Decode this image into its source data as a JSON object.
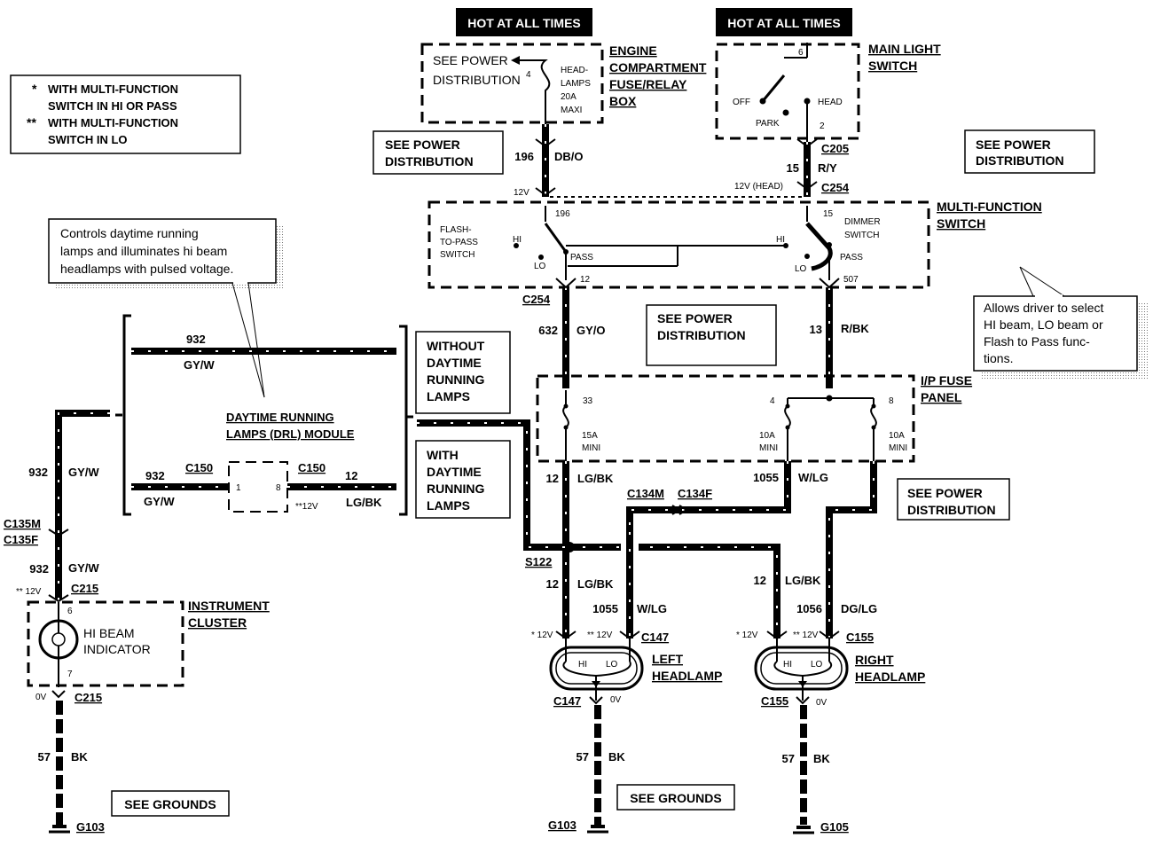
{
  "hot_banners": [
    "HOT AT ALL TIMES",
    "HOT AT ALL TIMES"
  ],
  "legend": [
    "WITH MULTI-FUNCTION",
    "SWITCH IN HI OR PASS",
    "WITH MULTI-FUNCTION",
    "SWITCH IN LO"
  ],
  "legend_marks": [
    "*",
    "**"
  ],
  "callout_drl": [
    "Controls daytime running",
    "lamps and illuminates hi beam",
    "headlamps with pulsed voltage."
  ],
  "callout_mfs": [
    "Allows driver to select",
    "HI beam, LO beam or",
    "Flash to Pass func-",
    "tions."
  ],
  "see_power": [
    "SEE POWER",
    "DISTRIBUTION"
  ],
  "see_grounds": "SEE GROUNDS",
  "components": {
    "engine_box": [
      "ENGINE",
      "COMPARTMENT",
      "FUSE/RELAY",
      "BOX"
    ],
    "headlamps_fuse": [
      "HEAD-",
      "LAMPS",
      "20A",
      "MAXI"
    ],
    "main_light_switch": [
      "MAIN LIGHT",
      "SWITCH"
    ],
    "mls_positions": [
      "OFF",
      "PARK",
      "HEAD"
    ],
    "multi_function_switch": [
      "MULTI-FUNCTION",
      "SWITCH"
    ],
    "flash_to_pass": [
      "FLASH-",
      "TO-PASS",
      "SWITCH"
    ],
    "dimmer": [
      "DIMMER",
      "SWITCH"
    ],
    "ip_fuse": [
      "I/P FUSE",
      "PANEL"
    ],
    "fuse_rating_15": [
      "15A",
      "MINI"
    ],
    "fuse_rating_10": [
      "10A",
      "MINI"
    ],
    "drl_module": [
      "DAYTIME RUNNING",
      "LAMPS (DRL) MODULE"
    ],
    "without_drl": [
      "WITHOUT",
      "DAYTIME",
      "RUNNING",
      "LAMPS"
    ],
    "with_drl": [
      "WITH",
      "DAYTIME",
      "RUNNING",
      "LAMPS"
    ],
    "instrument_cluster": [
      "INSTRUMENT",
      "CLUSTER"
    ],
    "hi_beam_indicator": [
      "HI BEAM",
      "INDICATOR"
    ],
    "left_headlamp": [
      "LEFT",
      "HEADLAMP"
    ],
    "right_headlamp": [
      "RIGHT",
      "HEADLAMP"
    ]
  },
  "connectors": [
    "C205",
    "C254",
    "C254",
    "C150",
    "C150",
    "C135M",
    "C135F",
    "C215",
    "C215",
    "C134M",
    "C134F",
    "S122",
    "C147",
    "C147",
    "C155",
    "C155"
  ],
  "grounds": [
    "G103",
    "G103",
    "G105"
  ],
  "circuits": {
    "c196": [
      "196",
      "DB/O"
    ],
    "c15": [
      "15",
      "R/Y"
    ],
    "c632": [
      "632",
      "GY/O"
    ],
    "c13": [
      "13",
      "R/BK"
    ],
    "c932": [
      "932",
      "GY/W"
    ],
    "c12": [
      "12",
      "LG/BK"
    ],
    "c1055": [
      "1055",
      "W/LG"
    ],
    "c1056": [
      "1056",
      "DG/LG"
    ],
    "c57": [
      "57",
      "BK"
    ]
  },
  "voltages": [
    "12V",
    "12V (HEAD)",
    "* 12V",
    "** 12V",
    "**12V",
    "0V"
  ],
  "switch_labels": [
    "HI",
    "LO",
    "PASS",
    "HI",
    "LO",
    "PASS"
  ],
  "pins": [
    "4",
    "6",
    "2",
    "196",
    "15",
    "12",
    "507",
    "33",
    "4",
    "8",
    "1",
    "8",
    "6",
    "7"
  ],
  "lamp_labels": [
    "HI",
    "LO"
  ]
}
